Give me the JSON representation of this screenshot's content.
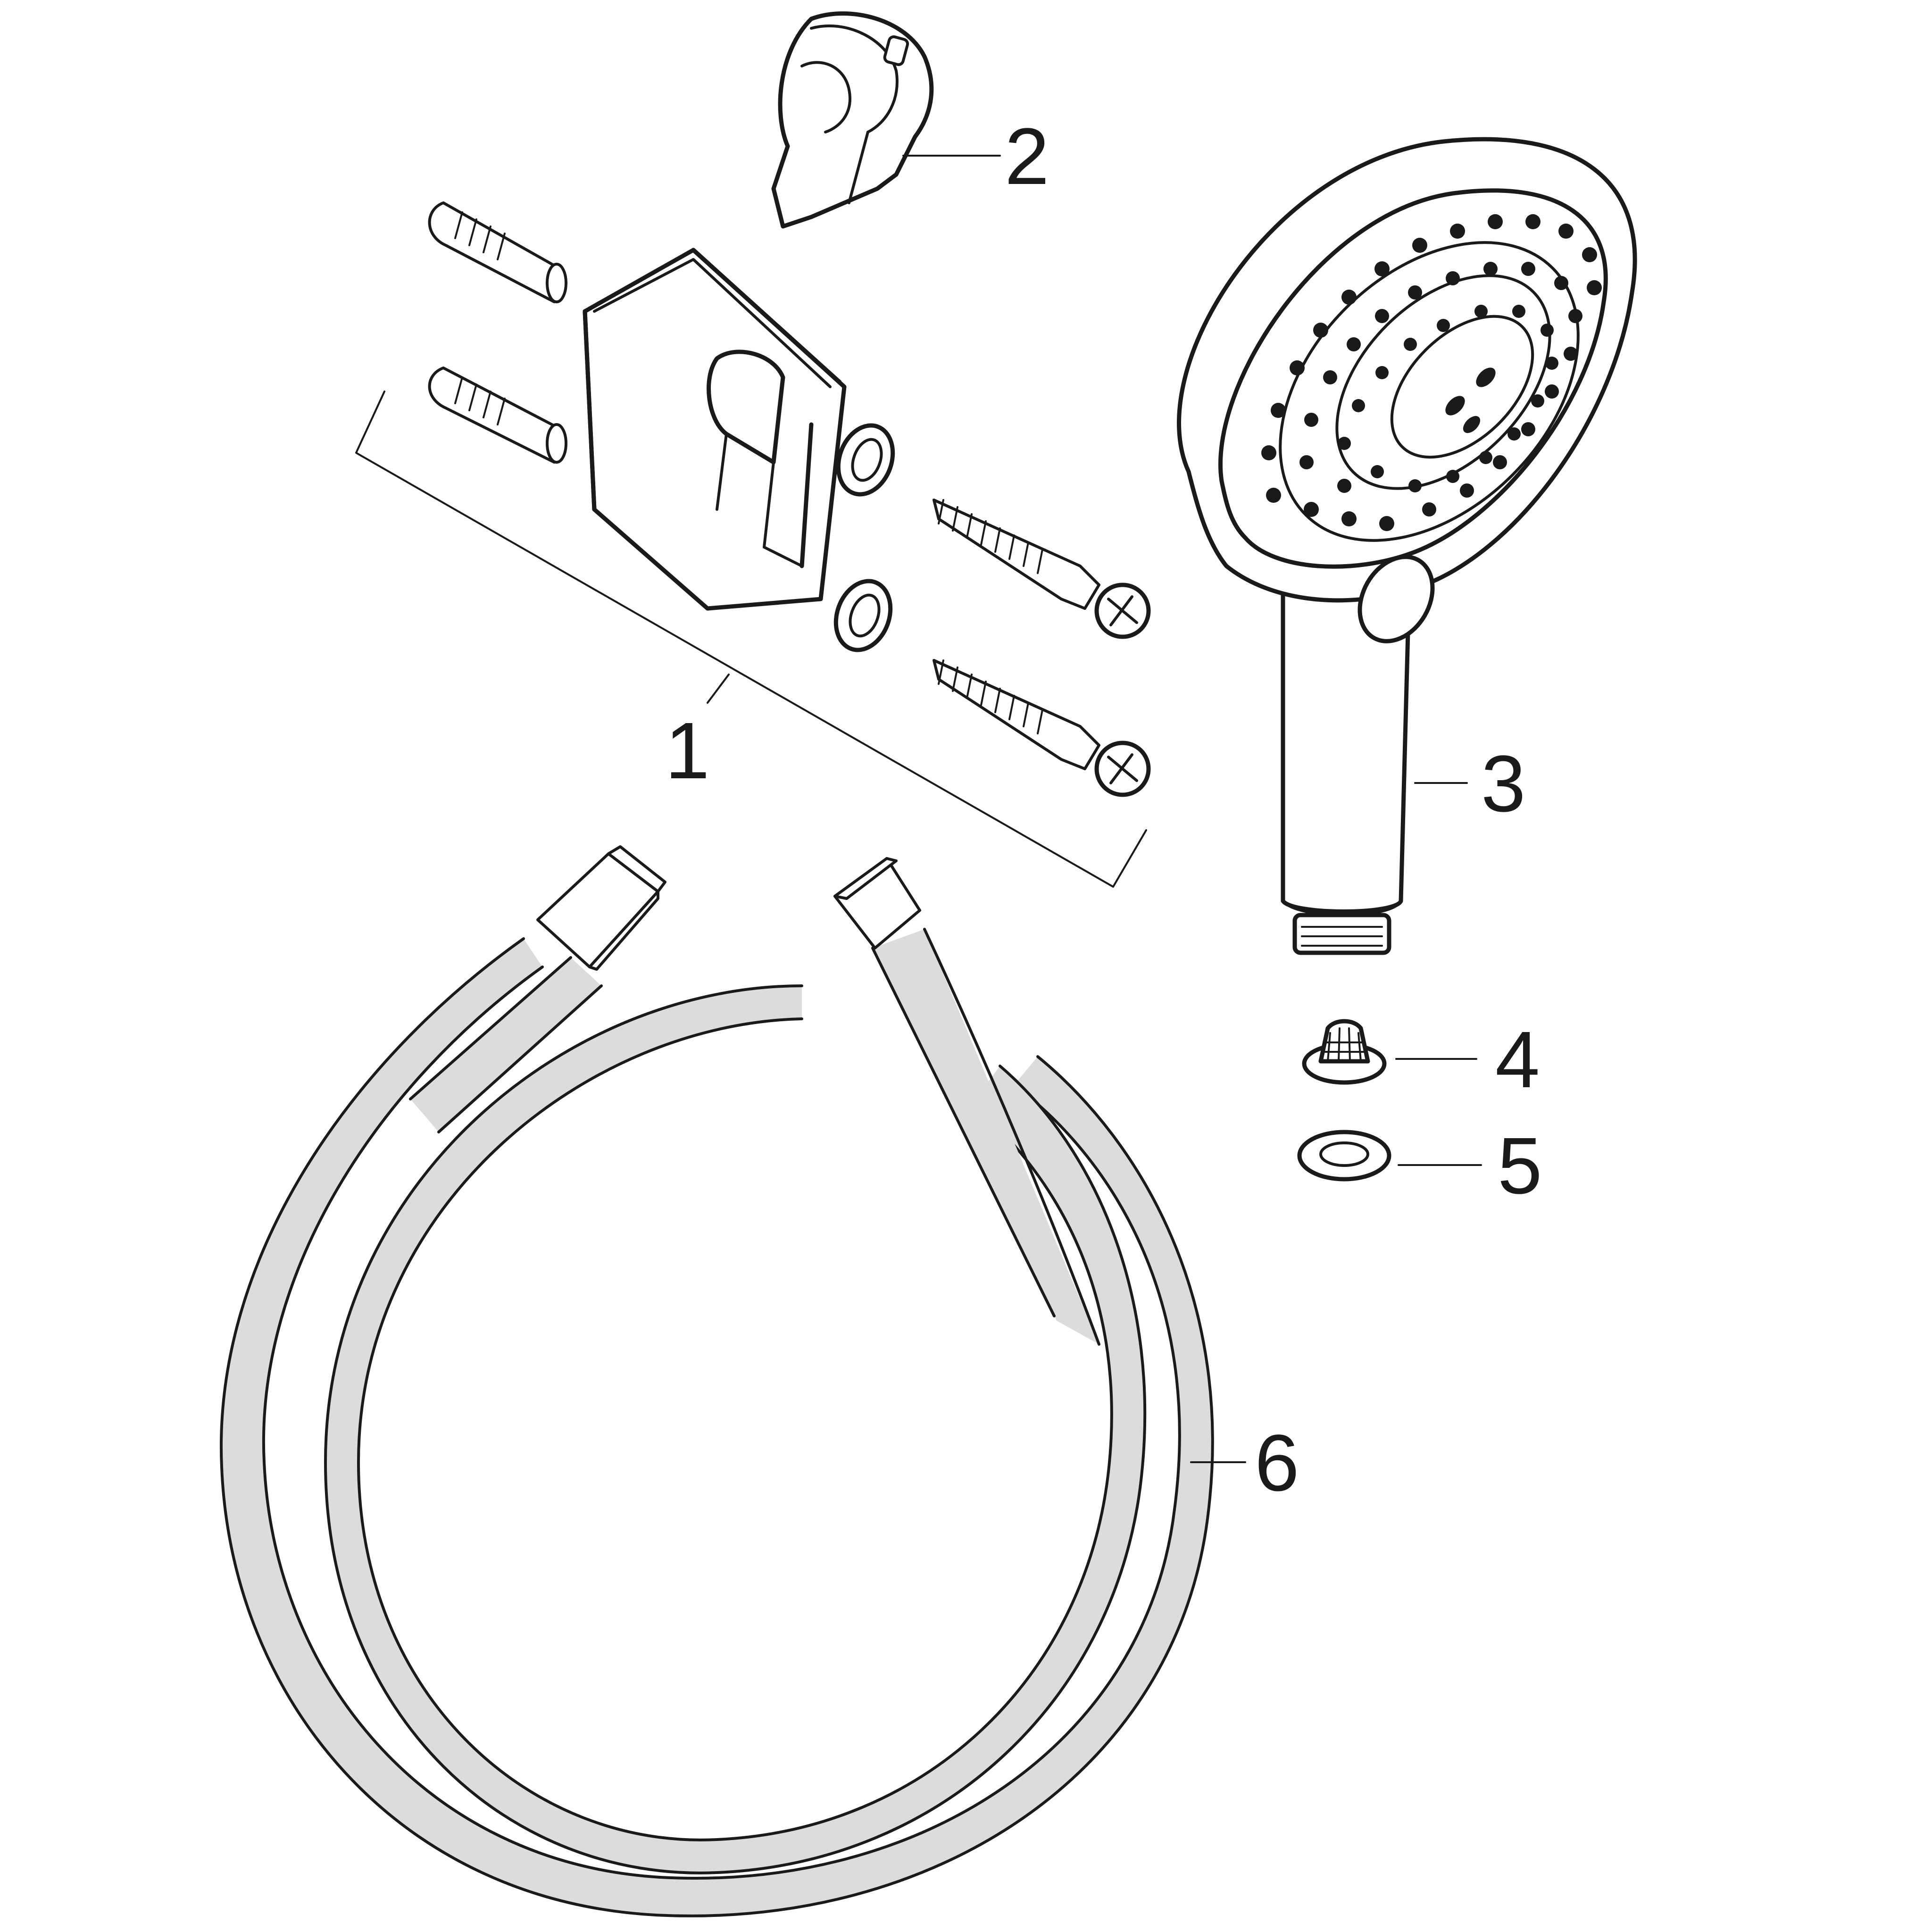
{
  "diagram": {
    "callouts": [
      {
        "id": "1",
        "label": "1"
      },
      {
        "id": "2",
        "label": "2"
      },
      {
        "id": "3",
        "label": "3"
      },
      {
        "id": "4",
        "label": "4"
      },
      {
        "id": "5",
        "label": "5"
      },
      {
        "id": "6",
        "label": "6"
      }
    ],
    "colors": {
      "line": "#1a1a1a",
      "hose": "#dcdcdc",
      "background": "#ffffff"
    },
    "parts": [
      {
        "callout": "1",
        "icon": "wall-bracket-set-icon"
      },
      {
        "callout": "2",
        "icon": "holder-insert-icon"
      },
      {
        "callout": "3",
        "icon": "hand-shower-icon"
      },
      {
        "callout": "4",
        "icon": "strainer-filter-icon"
      },
      {
        "callout": "5",
        "icon": "sealing-washer-icon"
      },
      {
        "callout": "6",
        "icon": "shower-hose-icon"
      }
    ]
  }
}
